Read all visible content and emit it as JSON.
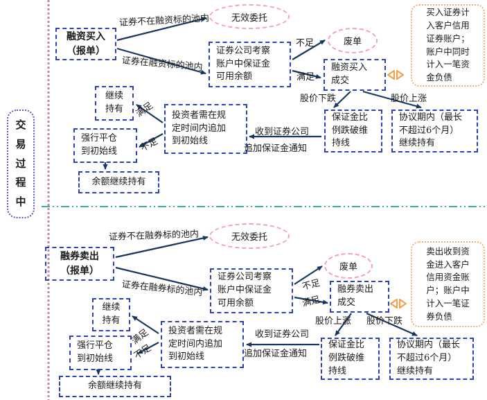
{
  "colors": {
    "box_border": "#2d3fbb",
    "arrow": "#17375d",
    "ellipse_border": "#f59ec6",
    "note_border": "#f2b078",
    "connector_icon": "#f0a050",
    "divider_teal": "#18a3a3",
    "guide_line": "#b2607f"
  },
  "side_label": "交易过程中",
  "top": {
    "start": "融资买入\n（报单）",
    "edge_not_in_pool": "证券不在融资标的池内",
    "edge_in_pool": "证券在融资标的池内",
    "invalid": "无效委托",
    "examine": "证券公司考察\n账户中保证金\n可用余额",
    "insufficient": "不足",
    "rejected": "废单",
    "sufficient": "满足",
    "deal": "融资买入\n成交",
    "note": "买入证券计\n入客户信用\n证券账户；\n账户中同时\n计入一笔资\n金负债",
    "price_down": "股价下跌",
    "price_up": "股价上涨",
    "margin_break": "保证金比\n例跌破维\n持线",
    "agreement": "协议期内（最长\n不超过6个月）\n继续持有",
    "notice_top": "收到证券公司",
    "notice_bottom": "追加保证金通知",
    "investor": "投资者需在规\n定时间内追加\n到初始线",
    "satisfy": "满足",
    "not_enough": "不足",
    "keep": "继续\n持有",
    "force_close": "强行平仓\n到初始线",
    "remain": "余额继续持有"
  },
  "bottom": {
    "start": "融券卖出\n（报单）",
    "edge_not_in_pool": "证券不在融券标的池内",
    "edge_in_pool": "证券在融券标的池内",
    "invalid": "无效委托",
    "examine": "证券公司考察\n账户中保证金\n可用余额",
    "insufficient": "不足",
    "rejected": "废单",
    "sufficient": "满足",
    "deal": "融券卖出\n成交",
    "note": "卖出收到资\n金进入客户\n信用资金账\n户；账户中\n计入一笔证\n券负债",
    "price_up": "股价上涨",
    "price_down": "股价下跌",
    "margin_break": "保证金比\n例跌破维\n持线",
    "agreement": "协议期内（最长\n不超过6个月）\n继续持有",
    "notice_top": "收到证券公司",
    "notice_bottom": "追加保证金通知",
    "investor": "投资者需在规\n定时间内追加\n到初始线",
    "satisfy": "满足",
    "not_enough": "不足",
    "keep": "继续\n持有",
    "force_close": "强行平仓\n到初始线",
    "remain": "余额继续持有"
  }
}
